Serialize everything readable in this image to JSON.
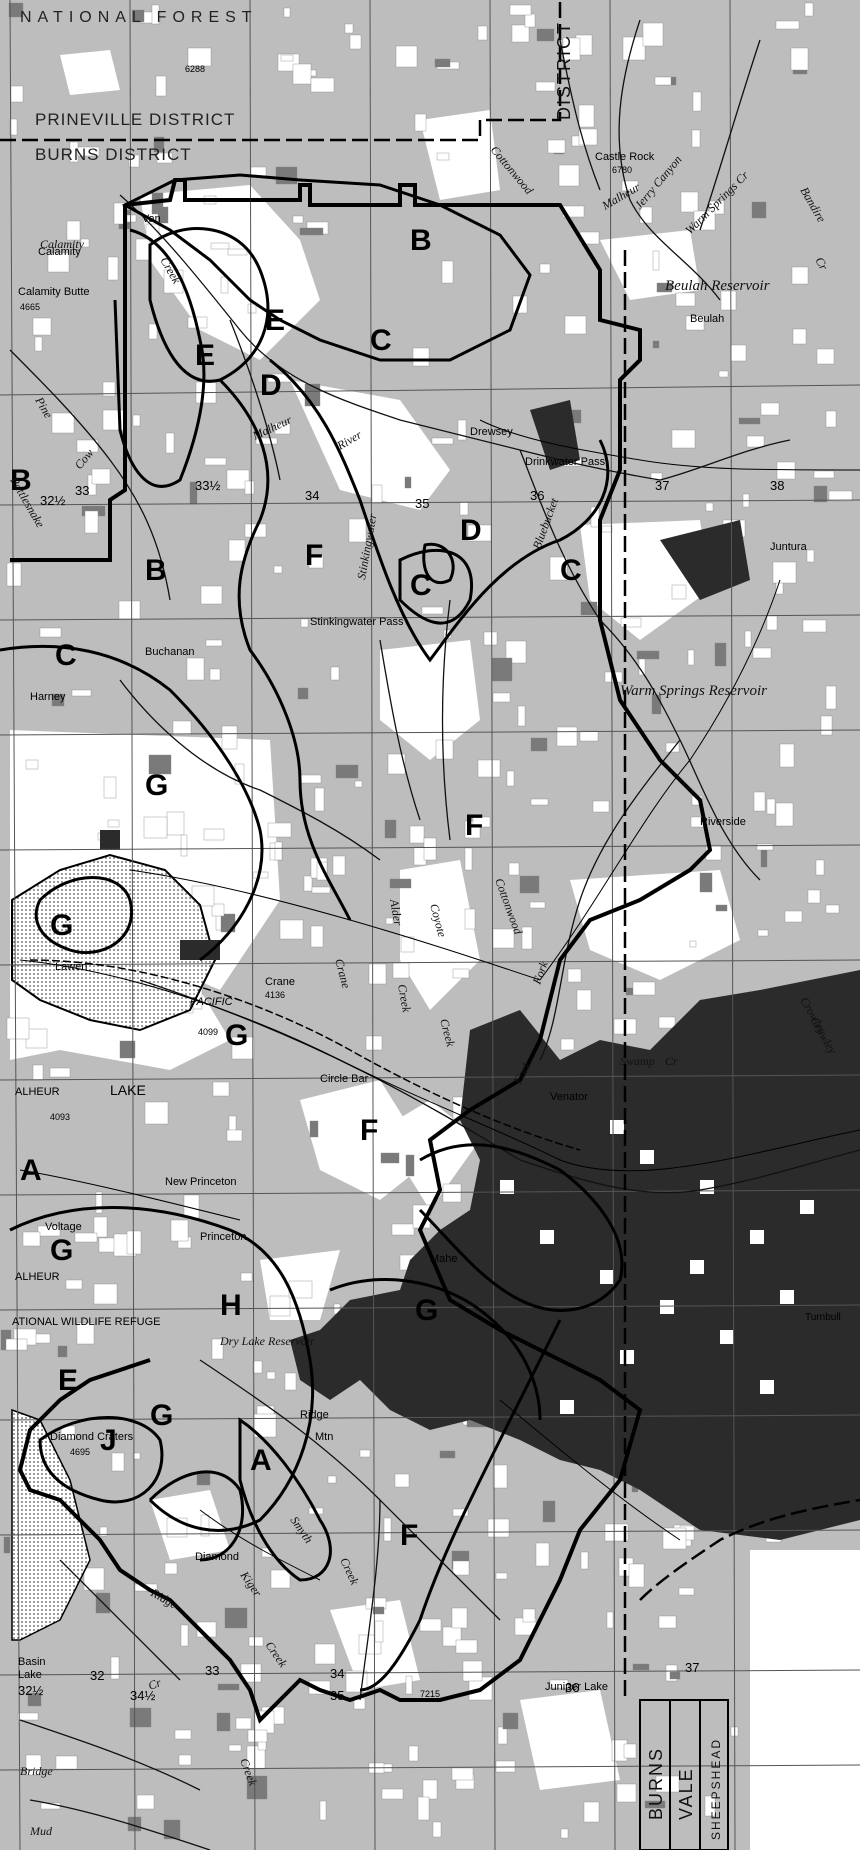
{
  "map": {
    "colors": {
      "land_gray": "#bdbdbd",
      "private_white": "#ffffff",
      "dark_tract": "#2b2b2b",
      "boundary": "#000000"
    },
    "top_label": "NATIONAL FOREST",
    "districts": {
      "prineville": "PRINEVILLE DISTRICT",
      "burns": "BURNS DISTRICT",
      "vale": "VALE",
      "burns_bottom": "BURNS",
      "sheepshead": "SHEEPSHEAD",
      "district_vertical": "DISTRICT"
    },
    "zones": [
      "B",
      "E",
      "E",
      "C",
      "D",
      "F",
      "D",
      "C",
      "C",
      "B",
      "B",
      "C",
      "G",
      "G",
      "F",
      "G",
      "F",
      "A",
      "G",
      "H",
      "E",
      "J",
      "G",
      "A",
      "G",
      "F"
    ],
    "places": [
      "Van",
      "Calamity",
      "Calamity Butte",
      "4665",
      "6288",
      "Castle Rock",
      "6780",
      "Beulah",
      "Beulah Reservoir",
      "Drewsey",
      "Drinkwater Pass",
      "Juntura",
      "Stinkingwater Pass",
      "Buchanan",
      "Harney",
      "Warm Springs Reservoir",
      "Riverside",
      "Lawen",
      "Crane",
      "4136",
      "4099",
      "PACIFIC",
      "Circle Bar",
      "Venator",
      "ALHEUR",
      "LAKE",
      "4093",
      "New Princeton",
      "Voltage",
      "ALHEUR",
      "ATIONAL WILDLIFE REFUGE",
      "Princeton",
      "Dry Lake Reservoir",
      "Diamond Craters",
      "4695",
      "Mahe",
      "Diamond",
      "Ridge",
      "Mtn",
      "Crowley",
      "Juniper Lake",
      "7215",
      "Basin",
      "Lake",
      "Bridge",
      "Mud",
      "Turnbull"
    ],
    "waters": [
      "Malheur",
      "River",
      "Creek",
      "Pine",
      "Cow",
      "Rattlesnake",
      "Crane",
      "Alder",
      "Creek",
      "Coyote",
      "Creek",
      "Cottonwood",
      "Fork",
      "Swamp",
      "Cr",
      "Bandire",
      "Cr",
      "Warm Springs Cr",
      "Jerry Canyon",
      "Cottonwood",
      "Stinkingwater",
      "Calamity",
      "Malheur",
      "Crowley",
      "Kiger",
      "Creek",
      "Smyth",
      "Creek",
      "Ridge",
      "Cr",
      "Creek",
      "Fork",
      "Bluebucket"
    ],
    "numbers": [
      "33",
      "34",
      "35",
      "36",
      "37",
      "38",
      "32",
      "33",
      "34",
      "35",
      "36",
      "37",
      "32½",
      "33½",
      "34½",
      "32½"
    ]
  }
}
